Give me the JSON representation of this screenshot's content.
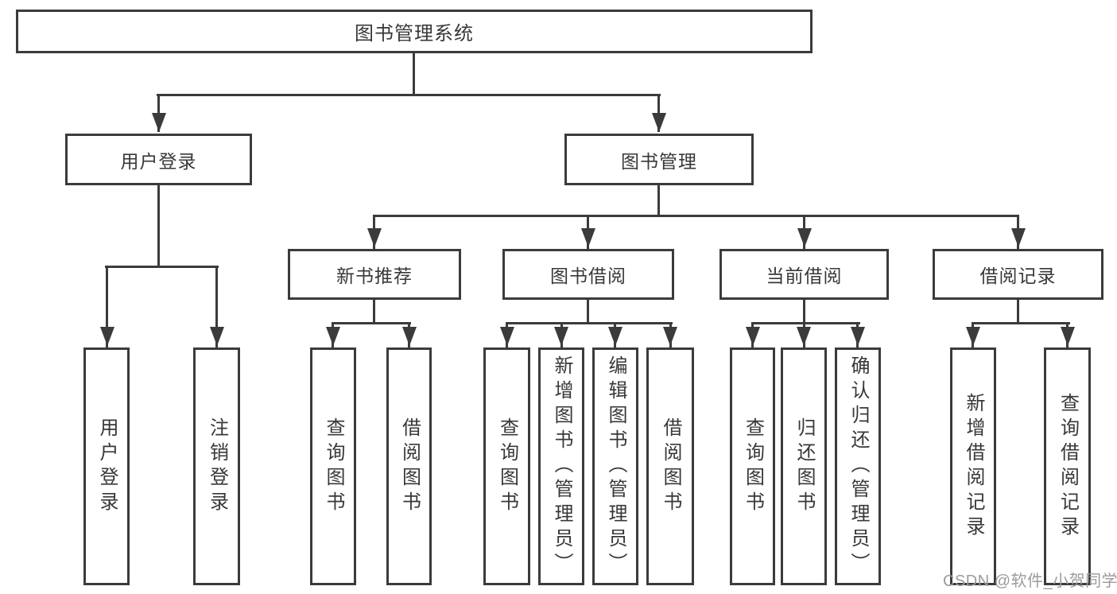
{
  "tree": {
    "label": "图书管理系统",
    "children": [
      {
        "label": "用户登录",
        "children": [
          {
            "label": "用户登录"
          },
          {
            "label": "注销登录"
          }
        ]
      },
      {
        "label": "图书管理",
        "children": [
          {
            "label": "新书推荐",
            "children": [
              {
                "label": "查询图书"
              },
              {
                "label": "借阅图书"
              }
            ]
          },
          {
            "label": "图书借阅",
            "children": [
              {
                "label": "查询图书"
              },
              {
                "label": "新增图书（管理员）"
              },
              {
                "label": "编辑图书（管理员）"
              },
              {
                "label": "借阅图书"
              }
            ]
          },
          {
            "label": "当前借阅",
            "children": [
              {
                "label": "查询图书"
              },
              {
                "label": "归还图书"
              },
              {
                "label": "确认归还（管理员）"
              }
            ]
          },
          {
            "label": "借阅记录",
            "children": [
              {
                "label": "新增借阅记录"
              },
              {
                "label": "查询借阅记录"
              }
            ]
          }
        ]
      }
    ]
  },
  "watermark": {
    "text": "CSDN @软件_小贺同学"
  },
  "colors": {
    "line": "#3b3b3b",
    "text": "#383838",
    "background": "#ffffff",
    "watermark": "#9b9b9b"
  }
}
